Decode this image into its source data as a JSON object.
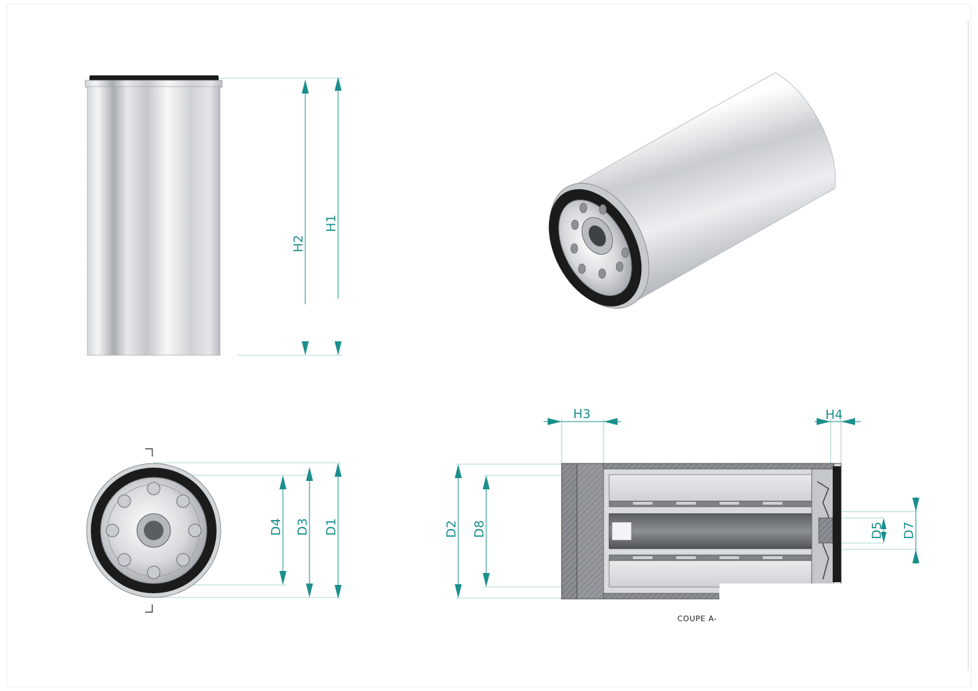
{
  "labels": {
    "h1": "H1",
    "h2": "H2",
    "h3": "H3",
    "h4": "H4",
    "d1": "D1",
    "d2": "D2",
    "d3": "D3",
    "d4": "D4",
    "d5": "D5",
    "d7": "D7",
    "d8": "D8"
  },
  "section_caption": "COUPE A-",
  "colors": {
    "dimension": "#1a8f8c",
    "gasket": "#1b1b1b",
    "steel_light": "#f2f3f5",
    "steel_dark": "#9ea2a8"
  }
}
